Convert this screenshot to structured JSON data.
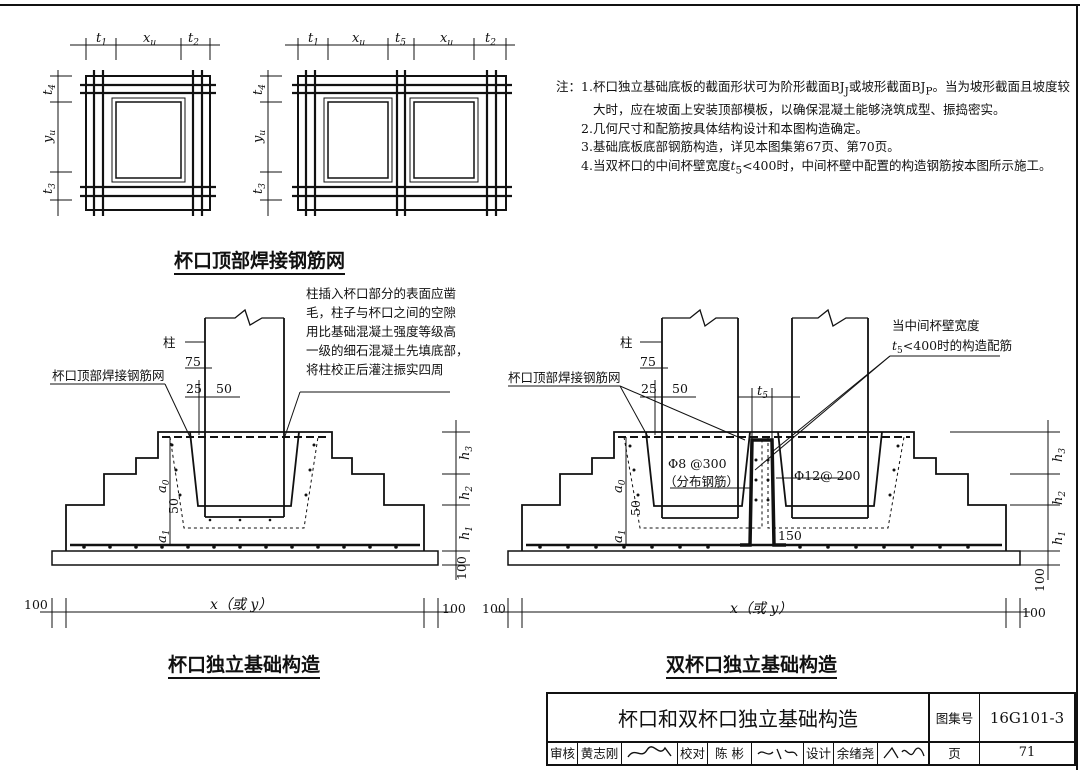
{
  "titles": {
    "mesh": "杯口顶部焊接钢筋网",
    "single": "杯口独立基础构造",
    "double": "双杯口独立基础构造"
  },
  "notes": {
    "prefix": "注：",
    "items": [
      {
        "num": "1.",
        "text": "杯口独立基础底板的截面形状可为阶形截面BJ"
      },
      {
        "num": "2.",
        "text": "几何尺寸和配筋按具体结构设计和本图构造确定。"
      },
      {
        "num": "3.",
        "text": "基础底板底部钢筋构造，详见本图集第67页、第70页。"
      },
      {
        "num": "4.",
        "text": "当双杯口的中间杯壁宽度"
      }
    ],
    "note1_sub1": "J",
    "note1_mid": "或坡形截面BJ",
    "note1_sub2": "P",
    "note1_rest": "。当为坡形截面且坡度较大时，应在坡面上安装顶部模板，以确保混凝土能够浇筑成型、振捣密实。",
    "note4_var": "t",
    "note4_sub": "5",
    "note4_rest": "<400时，中间杯壁中配置的构造钢筋按本图所示施工。"
  },
  "mesh_dims": {
    "left_top": [
      "t",
      "x",
      "t"
    ],
    "left_top_subs": [
      "1",
      "u",
      "2"
    ],
    "right_top": [
      "t",
      "x",
      "t",
      "x",
      "t"
    ],
    "right_top_subs": [
      "1",
      "u",
      "5",
      "u",
      "2"
    ],
    "side": [
      "t",
      "y",
      "t"
    ],
    "side_subs": [
      "4",
      "u",
      "3"
    ]
  },
  "single": {
    "col_label": "柱",
    "mesh_label": "杯口顶部焊接钢筋网",
    "note_lines": [
      "柱插入杯口部分的表面应凿",
      "毛，柱子与杯口之间的空隙",
      "用比基础混凝土强度等级高",
      "一级的细石混凝土先填底部，",
      "将柱校正后灌注振实四周"
    ],
    "d75": "75",
    "d25": "25",
    "d50": "50",
    "d50b": "50",
    "a0": "a",
    "a0_sub": "0",
    "a1": "a",
    "a1_sub": "1",
    "h1": "h",
    "h1_sub": "1",
    "h2": "h",
    "h2_sub": "2",
    "h3": "h",
    "h3_sub": "3",
    "d100_bottom": "100",
    "d100_left": "100",
    "d100_right": "100",
    "xy": "x（或 y）"
  },
  "double": {
    "col_label": "柱",
    "mesh_label": "杯口顶部焊接钢筋网",
    "mid_label_1": "当中间杯壁宽度",
    "mid_label_2_var": "t",
    "mid_label_2_sub": "5",
    "mid_label_2_rest": "<400时的构造配筋",
    "bar1": "Φ8 @300",
    "bar1_note": "（分布钢筋）",
    "bar2": "Φ12@ 200",
    "t5": "t",
    "t5_sub": "5",
    "d75": "75",
    "d25": "25",
    "d50": "50",
    "d50b": "50",
    "d150": "150",
    "d100_bottom": "100",
    "d100_left": "100",
    "d100_right": "100",
    "xy": "x（或 y）",
    "a0": "a",
    "a0_sub": "0",
    "a1": "a",
    "a1_sub": "1",
    "h1": "h",
    "h1_sub": "1",
    "h2": "h",
    "h2_sub": "2",
    "h3": "h",
    "h3_sub": "3"
  },
  "title_block": {
    "title": "杯口和双杯口独立基础构造",
    "atlas_label": "图集号",
    "atlas_no": "16G101-3",
    "review_label": "审核",
    "reviewer": "黄志刚",
    "check_label": "校对",
    "checker": "陈 彬",
    "design_label": "设计",
    "designer": "余绪尧",
    "page_label": "页",
    "page_no": "71"
  }
}
